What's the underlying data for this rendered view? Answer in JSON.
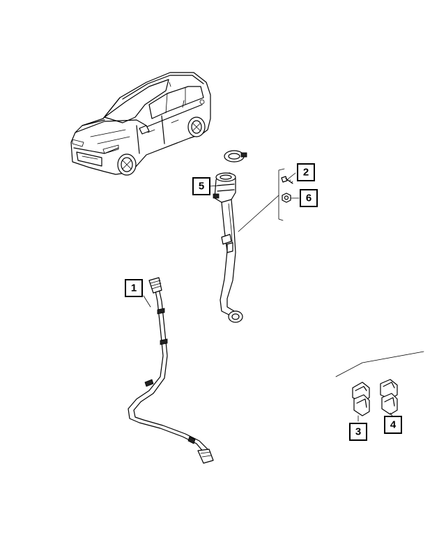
{
  "callouts": {
    "c1": "1",
    "c2": "2",
    "c3": "3",
    "c4": "4",
    "c5": "5",
    "c6": "6"
  },
  "colors": {
    "line": "#000000",
    "background": "#ffffff"
  },
  "icons": {
    "vehicle": "suv-vehicle-icon",
    "filler_neck": "fuel-filler-neck-icon",
    "tube": "vent-tube-icon",
    "bolt": "bolt-icon",
    "nut": "nut-icon",
    "clip": "clip-icon",
    "clamp": "hose-clamp-icon"
  }
}
